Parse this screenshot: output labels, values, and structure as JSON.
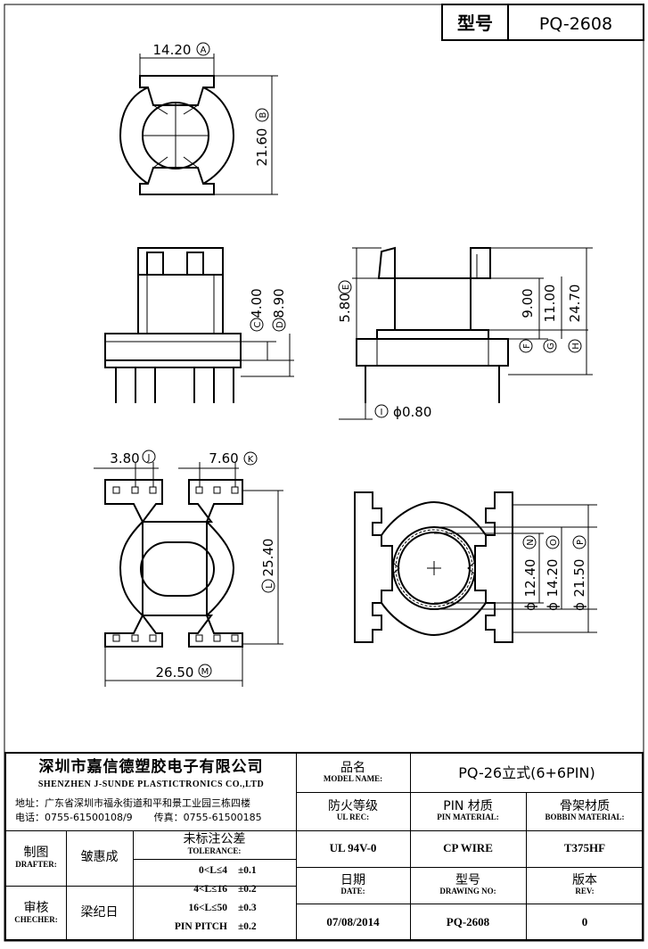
{
  "header": {
    "model_label": "型号",
    "model_value": "PQ-2608"
  },
  "dimensions": {
    "a": {
      "value": "14.20",
      "mark": "A"
    },
    "b": {
      "value": "21.60",
      "mark": "B"
    },
    "c": {
      "value": "4.00",
      "mark": "C"
    },
    "d": {
      "value": "8.90",
      "mark": "D"
    },
    "e": {
      "value": "5.80",
      "mark": "E"
    },
    "f": {
      "value": "9.00",
      "mark": "F"
    },
    "g": {
      "value": "11.00",
      "mark": "G"
    },
    "h": {
      "value": "24.70",
      "mark": "H"
    },
    "i": {
      "value": "0.80",
      "mark": "I",
      "prefix": "ϕ"
    },
    "j": {
      "value": "3.80",
      "mark": "J"
    },
    "k": {
      "value": "7.60",
      "mark": "K"
    },
    "l": {
      "value": "25.40",
      "mark": "L"
    },
    "m": {
      "value": "26.50",
      "mark": "M"
    },
    "n": {
      "value": "12.40",
      "mark": "N",
      "prefix": "ϕ"
    },
    "o": {
      "value": "14.20",
      "mark": "O",
      "prefix": "ϕ"
    },
    "p": {
      "value": "21.50",
      "mark": "P",
      "prefix": "ϕ"
    }
  },
  "title_block": {
    "company_cn": "深圳市嘉信德塑胶电子有限公司",
    "company_en": "SHENZHEN J-SUNDE PLASTICTRONICS CO.,LTD",
    "address": "地址：广东省深圳市福永街道和平和景工业园三栋四楼",
    "phone_label": "电话：0755-61500108/9",
    "fax_label": "传真：0755-61500185",
    "model_name_cn": "品名",
    "model_name_en": "MODEL NAME:",
    "model_name_value": "PQ-26立式(6+6PIN)",
    "ul_rec_cn": "防火等级",
    "ul_rec_en": "UL REC:",
    "pin_material_cn": "PIN 材质",
    "pin_material_en": "PIN MATERIAL:",
    "bobbin_material_cn": "骨架材质",
    "bobbin_material_en": "BOBBIN MATERIAL:",
    "drafter_cn": "制图",
    "drafter_en": "DRAFTER:",
    "drafter_name": "皱惠成",
    "tolerance_cn": "未标注公差",
    "tolerance_en": "TOLERANCE:",
    "ul_value": "UL 94V-0",
    "pin_value": "CP WIRE",
    "bobbin_value": "T375HF",
    "checker_cn": "审核",
    "checker_en": "CHECHER:",
    "checker_name": "梁纪日",
    "tolerances": [
      {
        "range": "0<L≤4",
        "tol": "±0.1"
      },
      {
        "range": "4<L≤16",
        "tol": "±0.2"
      },
      {
        "range": "16<L≤50",
        "tol": "±0.3"
      },
      {
        "range": "PIN PITCH",
        "tol": "±0.2"
      }
    ],
    "date_cn": "日期",
    "date_en": "DATE:",
    "date_value": "07/08/2014",
    "drawing_no_cn": "型号",
    "drawing_no_en": "DRAWING NO:",
    "drawing_no_value": "PQ-2608",
    "rev_cn": "版本",
    "rev_en": "REV:",
    "rev_value": "0"
  }
}
